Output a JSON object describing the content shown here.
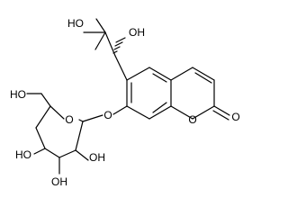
{
  "molecule": {
    "atoms": {
      "ho_tertiary": "HO",
      "oh_secondary": "OH",
      "ring_oxygen_sugar": "O",
      "glycosidic_oxygen": "O",
      "ho_primary": "HO",
      "ho_c4": "HO",
      "oh_c2": "OH",
      "oh_c3": "OH",
      "lactone_ring_oxygen": "O",
      "carbonyl_oxygen": "O"
    }
  }
}
